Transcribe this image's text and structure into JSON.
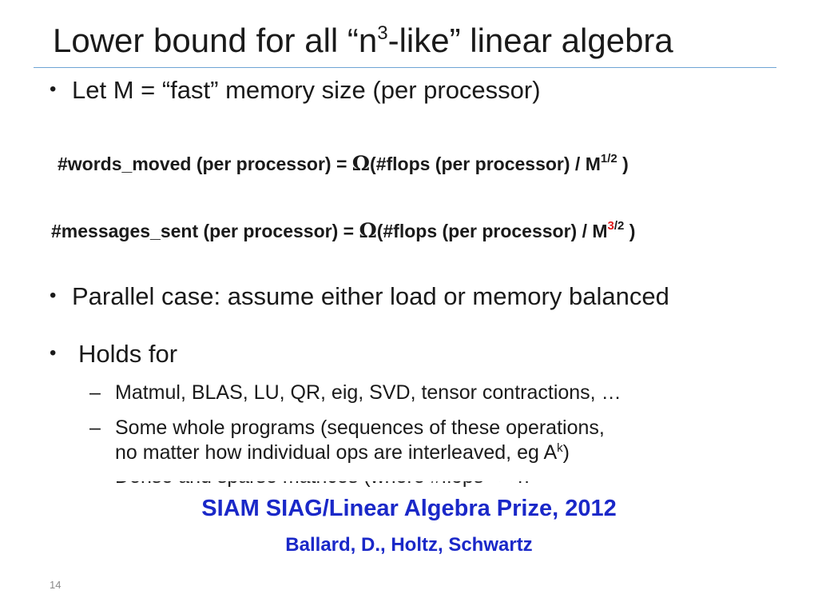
{
  "slide": {
    "title_pre": "Lower bound for all “n",
    "title_sup": "3",
    "title_post": "-like” linear algebra",
    "bullet1": "Let M = “fast” memory size (per processor)",
    "formula1": {
      "left": "#words_moved (per processor) = ",
      "omega": "Ω",
      "right": "(#flops (per processor) / M",
      "exp": "1/2",
      "close": " )"
    },
    "formula2": {
      "left": "#messages_sent (per processor) = ",
      "omega": "Ω",
      "right": "(#flops (per processor) / M",
      "exp_red": "3",
      "exp_rest": "/2",
      "close": " )"
    },
    "bullet2": "Parallel case: assume either load or memory balanced",
    "bullet3": "Holds for",
    "sub1": "Matmul, BLAS, LU, QR, eig, SVD, tensor contractions, …",
    "sub2_line1": "Some whole programs (sequences of  these operations,",
    "sub2_line2_pre": "no matter how individual ops are interleaved, eg A",
    "sub2_line2_sup": "k",
    "sub2_line2_post": ")",
    "sub3_clipped": "Dense and sparse matrices (where #flops << n",
    "prize_line1": "SIAM SIAG/Linear Algebra Prize, 2012",
    "prize_line2": "Ballard, D., Holtz, Schwartz",
    "page_number": "14"
  },
  "colors": {
    "prize_blue": "#1a28c8",
    "exponent_red": "#e01b1b",
    "title_rule": "#6fa4d4"
  }
}
